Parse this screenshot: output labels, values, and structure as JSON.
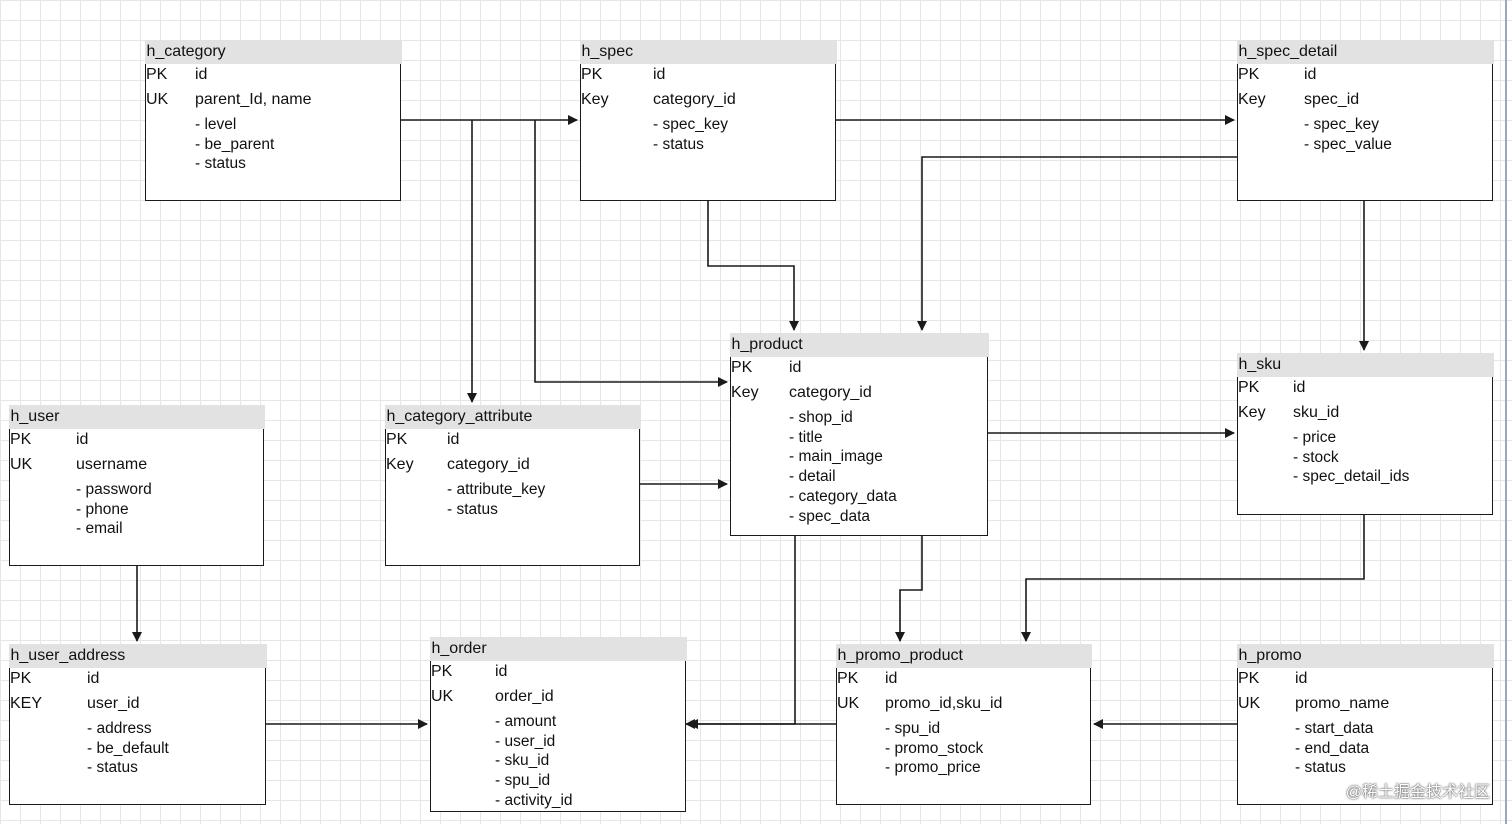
{
  "tables": [
    {
      "id": "h_category",
      "title": "h_category",
      "keys": [
        {
          "type": "PK",
          "col": "id"
        },
        {
          "type": "UK",
          "col": "parent_Id, name"
        }
      ],
      "fields": [
        "- level",
        "- be_parent",
        "- status"
      ]
    },
    {
      "id": "h_spec",
      "title": "h_spec",
      "keys": [
        {
          "type": "PK",
          "col": "id"
        },
        {
          "type": "Key",
          "col": "category_id"
        }
      ],
      "fields": [
        "- spec_key",
        "- status"
      ]
    },
    {
      "id": "h_spec_detail",
      "title": "h_spec_detail",
      "keys": [
        {
          "type": "PK",
          "col": "id"
        },
        {
          "type": "Key",
          "col": "spec_id"
        }
      ],
      "fields": [
        "- spec_key",
        "- spec_value"
      ]
    },
    {
      "id": "h_product",
      "title": "h_product",
      "keys": [
        {
          "type": "PK",
          "col": "id"
        },
        {
          "type": "Key",
          "col": "category_id"
        }
      ],
      "fields": [
        "- shop_id",
        "- title",
        "- main_image",
        "- detail",
        "- category_data",
        "- spec_data"
      ]
    },
    {
      "id": "h_sku",
      "title": "h_sku",
      "keys": [
        {
          "type": "PK",
          "col": "id"
        },
        {
          "type": "Key",
          "col": "sku_id"
        }
      ],
      "fields": [
        "- price",
        "- stock",
        "- spec_detail_ids"
      ]
    },
    {
      "id": "h_user",
      "title": "h_user",
      "keys": [
        {
          "type": "PK",
          "col": "id"
        },
        {
          "type": "UK",
          "col": "username"
        }
      ],
      "fields": [
        "- password",
        "- phone",
        "- email"
      ]
    },
    {
      "id": "h_category_attribute",
      "title": "h_category_attribute",
      "keys": [
        {
          "type": "PK",
          "col": "id"
        },
        {
          "type": "Key",
          "col": "category_id"
        }
      ],
      "fields": [
        "- attribute_key",
        "- status"
      ]
    },
    {
      "id": "h_user_address",
      "title": "h_user_address",
      "keys": [
        {
          "type": "PK",
          "col": "id"
        },
        {
          "type": "KEY",
          "col": "user_id"
        }
      ],
      "fields": [
        "- address",
        "- be_default",
        "- status"
      ]
    },
    {
      "id": "h_order",
      "title": "h_order",
      "keys": [
        {
          "type": "PK",
          "col": "id"
        },
        {
          "type": "UK",
          "col": "order_id"
        }
      ],
      "fields": [
        "- amount",
        "- user_id",
        "- sku_id",
        "- spu_id",
        "- activity_id"
      ]
    },
    {
      "id": "h_promo_product",
      "title": "h_promo_product",
      "keys": [
        {
          "type": "PK",
          "col": "id"
        },
        {
          "type": "UK",
          "col": "promo_id,sku_id"
        }
      ],
      "fields": [
        "- spu_id",
        "- promo_stock",
        "- promo_price"
      ]
    },
    {
      "id": "h_promo",
      "title": "h_promo",
      "keys": [
        {
          "type": "PK",
          "col": "id"
        },
        {
          "type": "UK",
          "col": "promo_name"
        }
      ],
      "fields": [
        "- start_data",
        "- end_data",
        "- status"
      ]
    }
  ],
  "relations": [
    {
      "from": "h_category",
      "to": "h_spec"
    },
    {
      "from": "h_category",
      "to": "h_category_attribute"
    },
    {
      "from": "h_category",
      "to": "h_product"
    },
    {
      "from": "h_spec",
      "to": "h_spec_detail"
    },
    {
      "from": "h_spec",
      "to": "h_product"
    },
    {
      "from": "h_spec_detail",
      "to": "h_product"
    },
    {
      "from": "h_spec_detail",
      "to": "h_sku"
    },
    {
      "from": "h_category_attribute",
      "to": "h_product"
    },
    {
      "from": "h_product",
      "to": "h_sku"
    },
    {
      "from": "h_product",
      "to": "h_promo_product"
    },
    {
      "from": "h_product",
      "to": "h_order"
    },
    {
      "from": "h_sku",
      "to": "h_promo_product"
    },
    {
      "from": "h_user",
      "to": "h_user_address"
    },
    {
      "from": "h_user_address",
      "to": "h_order"
    },
    {
      "from": "h_promo_product",
      "to": "h_order"
    },
    {
      "from": "h_promo",
      "to": "h_promo_product"
    }
  ],
  "colors": {
    "line": "#1a1a1a",
    "header": "#e2e2e2",
    "grid": "#e6e6e6"
  },
  "watermark": "@稀土掘金技术社区"
}
